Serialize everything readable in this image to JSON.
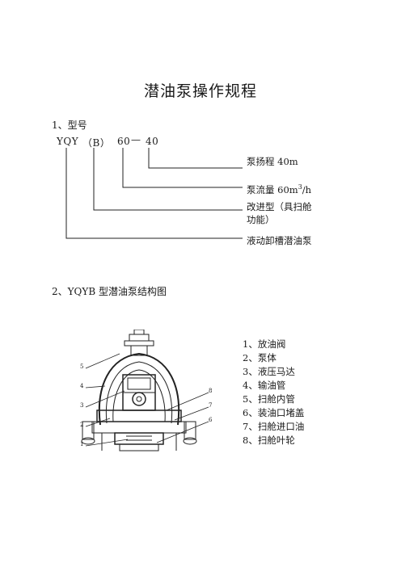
{
  "document": {
    "title": "潜油泵操作规程",
    "section1": {
      "heading": "1、型号",
      "model": {
        "part1": "YQY",
        "part2": "（B）",
        "part3": "60",
        "dash": "—",
        "part4": "40"
      },
      "labels": {
        "head": "泵扬程 40m",
        "flow_prefix": "泵流量 60m",
        "flow_sup": "3",
        "flow_suffix": "/h",
        "improved_line1": "改进型（具扫舱",
        "improved_line2": "功能）",
        "type": "液动卸槽潜油泵"
      }
    },
    "section2": {
      "heading": "2、YQYB 型潜油泵结构图",
      "callout_numbers": [
        "5",
        "4",
        "3",
        "2",
        "1",
        "8",
        "7",
        "6"
      ],
      "parts": [
        "1、放油阀",
        "2、泵体",
        "3、液压马达",
        "4、输油管",
        "5、扫舱内管",
        "6、装油口堵盖",
        "7、扫舱进口油",
        "8、扫舱叶轮"
      ]
    }
  }
}
